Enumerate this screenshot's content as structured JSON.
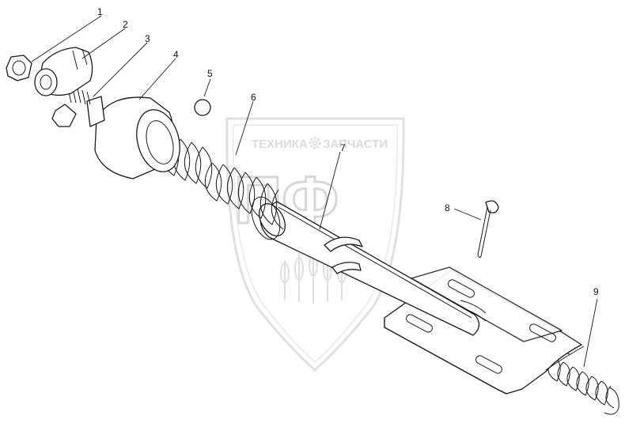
{
  "watermark": {
    "brand_left": "ТЕХНИКА",
    "brand_right": "ЗАПЧАСТИ",
    "monogram": "ПФ",
    "gear_icon": "gear-icon",
    "color": "#bdbdbd"
  },
  "callouts": [
    {
      "id": "1",
      "label": "1"
    },
    {
      "id": "2",
      "label": "2"
    },
    {
      "id": "3",
      "label": "3"
    },
    {
      "id": "4",
      "label": "4"
    },
    {
      "id": "5",
      "label": "5"
    },
    {
      "id": "6",
      "label": "6"
    },
    {
      "id": "7",
      "label": "7"
    },
    {
      "id": "8",
      "label": "8"
    },
    {
      "id": "9",
      "label": "9"
    }
  ]
}
